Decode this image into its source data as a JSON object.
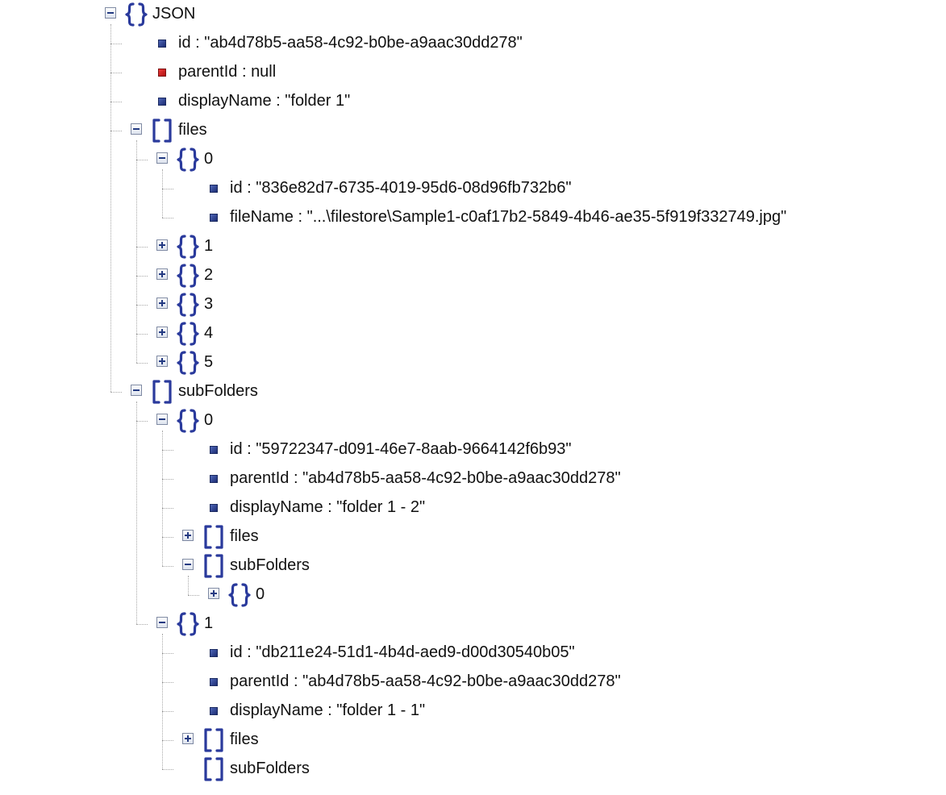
{
  "tree": {
    "label": "JSON",
    "type": "object",
    "expanded": true,
    "children": [
      {
        "key": "id",
        "value": "\"ab4d78b5-aa58-4c92-b0be-a9aac30dd278\""
      },
      {
        "key": "parentId",
        "value": "null",
        "isNull": true
      },
      {
        "key": "displayName",
        "value": "\"folder 1\""
      },
      {
        "label": "files",
        "type": "array",
        "expanded": true,
        "children": [
          {
            "label": "0",
            "type": "object",
            "expanded": true,
            "children": [
              {
                "key": "id",
                "value": "\"836e82d7-6735-4019-95d6-08d96fb732b6\""
              },
              {
                "key": "fileName",
                "value": "\"...\\filestore\\Sample1-c0af17b2-5849-4b46-ae35-5f919f332749.jpg\""
              }
            ]
          },
          {
            "label": "1",
            "type": "object",
            "expanded": false
          },
          {
            "label": "2",
            "type": "object",
            "expanded": false
          },
          {
            "label": "3",
            "type": "object",
            "expanded": false
          },
          {
            "label": "4",
            "type": "object",
            "expanded": false
          },
          {
            "label": "5",
            "type": "object",
            "expanded": false
          }
        ]
      },
      {
        "label": "subFolders",
        "type": "array",
        "expanded": true,
        "children": [
          {
            "label": "0",
            "type": "object",
            "expanded": true,
            "children": [
              {
                "key": "id",
                "value": "\"59722347-d091-46e7-8aab-9664142f6b93\""
              },
              {
                "key": "parentId",
                "value": "\"ab4d78b5-aa58-4c92-b0be-a9aac30dd278\""
              },
              {
                "key": "displayName",
                "value": "\"folder 1 - 2\""
              },
              {
                "label": "files",
                "type": "array",
                "expanded": false
              },
              {
                "label": "subFolders",
                "type": "array",
                "expanded": true,
                "children": [
                  {
                    "label": "0",
                    "type": "object",
                    "expanded": false
                  }
                ]
              }
            ]
          },
          {
            "label": "1",
            "type": "object",
            "expanded": true,
            "children": [
              {
                "key": "id",
                "value": "\"db211e24-51d1-4b4d-aed9-d00d30540b05\""
              },
              {
                "key": "parentId",
                "value": "\"ab4d78b5-aa58-4c92-b0be-a9aac30dd278\""
              },
              {
                "key": "displayName",
                "value": "\"folder 1 - 1\""
              },
              {
                "label": "files",
                "type": "array",
                "expanded": false
              },
              {
                "label": "subFolders",
                "type": "array",
                "empty": true
              }
            ]
          }
        ]
      }
    ]
  },
  "icons": {
    "object": "braces-icon",
    "array": "brackets-icon",
    "value": "value-square-icon",
    "null": "null-square-icon",
    "expand": "expand-plus-icon",
    "collapse": "collapse-minus-icon"
  },
  "colors": {
    "icon_blue": "#2a3a9c",
    "null_red": "#d41f1f",
    "value_blue": "#23327a",
    "tree_line": "#a8a8a8",
    "text": "#111111"
  }
}
